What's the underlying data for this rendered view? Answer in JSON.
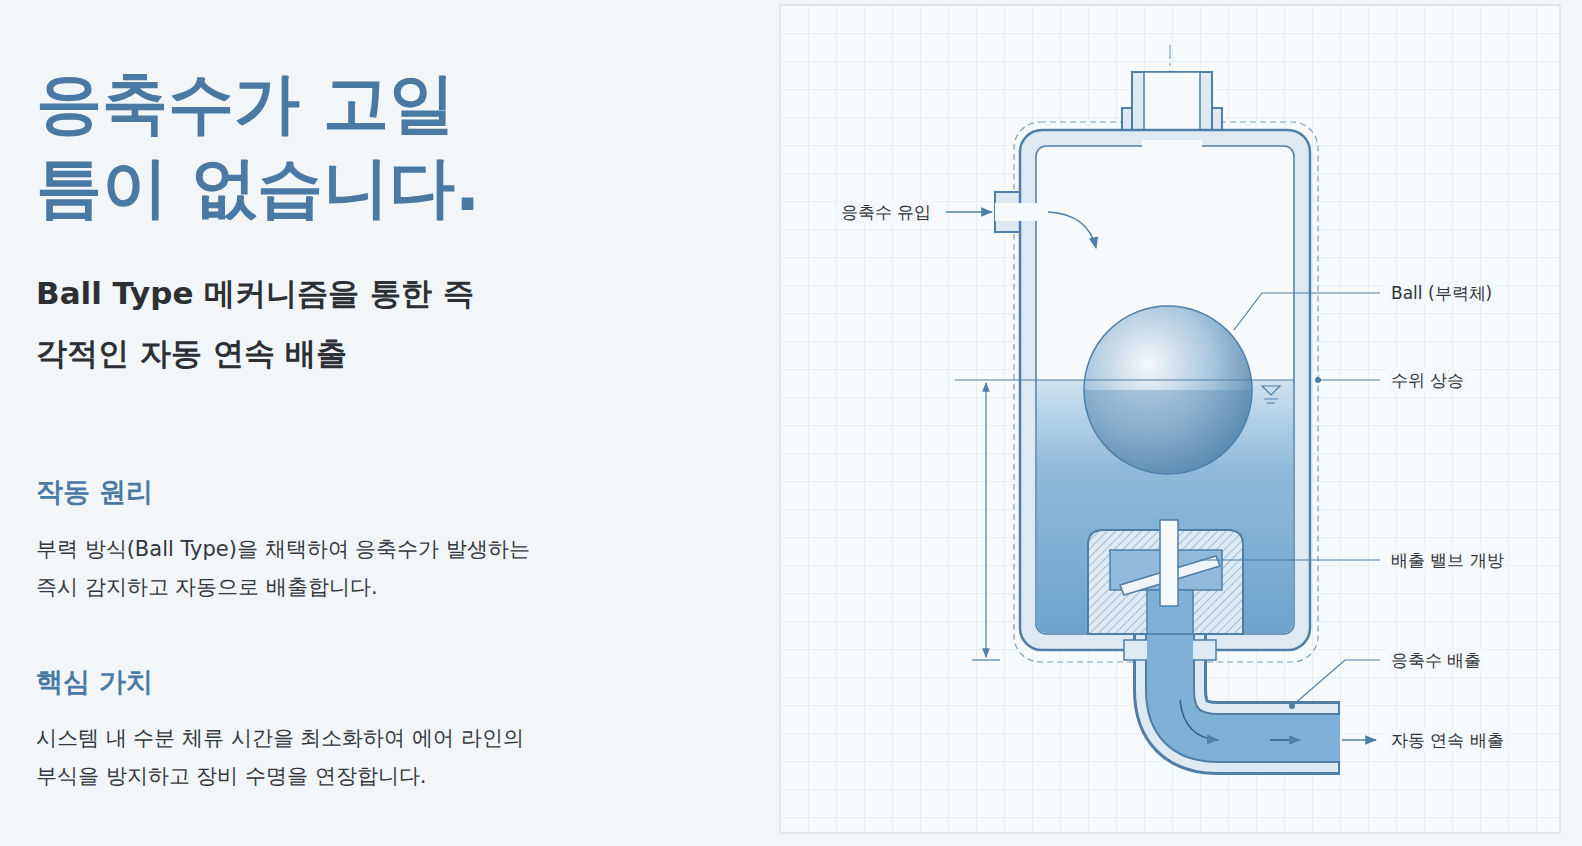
{
  "diagram": {
    "title": "응축수가 고일 틈이 없습니다.",
    "labels": [
      "Ball Type 메커니즘을 통한 즉각적인 자동 연속 배출",
      "작동 원리",
      "부력 방식(Ball Type)을 채택하여 응축수가 발생하는 즉시 감지하고 자동으로 배출합니다.",
      "핵심 가치",
      "시스템 내 수분 체류 시간을 최소화하여 에어 라인의 부식을 방지하고 장비 수명을 연장합니다.",
      "응축수 유입",
      "Ball (부력체)",
      "수위 상승",
      "배출 밸브 개방",
      "응축수 배출",
      "자동 연속 배출"
    ]
  }
}
